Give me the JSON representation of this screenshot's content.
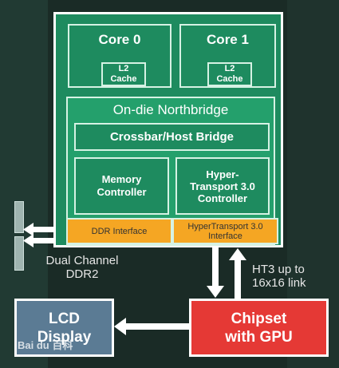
{
  "cores": [
    {
      "title": "Core 0",
      "cache": "L2\nCache"
    },
    {
      "title": "Core 1",
      "cache": "L2\nCache"
    }
  ],
  "northbridge": {
    "title": "On-die Northbridge",
    "crossbar": "Crossbar/Host Bridge",
    "memory_controller": "Memory\nController",
    "ht_controller": "Hyper-\nTransport 3.0\nController",
    "ddr_interface": "DDR Interface",
    "ht_interface": "HyperTransport 3.0\nInterface"
  },
  "memory_label": "Dual Channel\nDDR2",
  "ht_link_label": "HT3 up to\n16x16 link",
  "chipset": "Chipset\nwith GPU",
  "lcd": "LCD\nDisplay",
  "watermark": "Bai du 百科",
  "colors": {
    "chip_green": "#1e8b5f",
    "northbridge_green": "#24a06c",
    "interface_orange": "#f5a623",
    "chipset_red": "#e53935",
    "lcd_blue": "#5b7b94"
  }
}
